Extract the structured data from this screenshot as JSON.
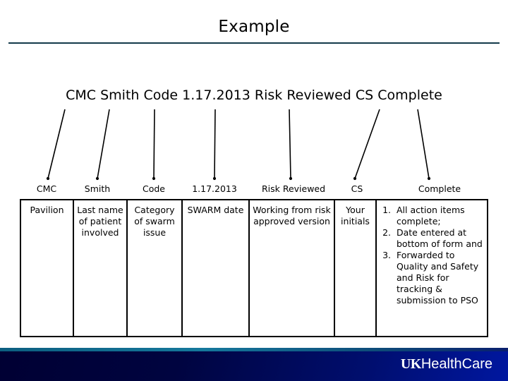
{
  "slide": {
    "title": "Example",
    "heading_phrase": "CMC Smith Code 1.17.2013 Risk Reviewed CS Complete",
    "rule_color": "#133a4a"
  },
  "table": {
    "headers": [
      "CMC",
      "Smith",
      "Code",
      "1.17.2013",
      "Risk Reviewed",
      "CS",
      "Complete"
    ],
    "cells": [
      "Pavilion",
      "Last name of patient involved",
      "Category of swarm issue",
      "SWARM date",
      "Working from risk approved version",
      "Your initials"
    ],
    "complete_items": [
      "All action items complete;",
      "Date entered at bottom of form and",
      "Forwarded to Quality and Safety and Risk for tracking & submission to PSO"
    ]
  },
  "footer": {
    "logo_uk": "UK",
    "logo_healthcare": "HealthCare",
    "strip_color": "#15789c",
    "background_color": "#000033"
  }
}
